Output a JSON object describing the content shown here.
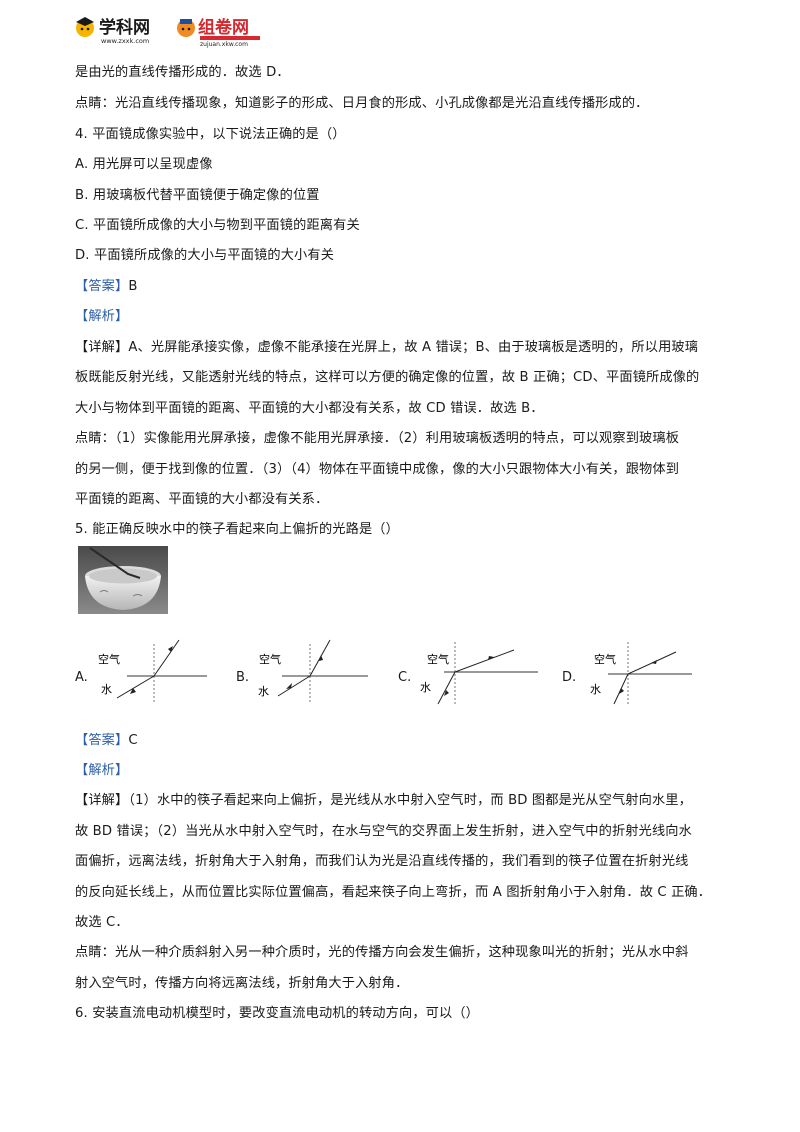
{
  "header": {
    "logo_left": "学科网",
    "logo_left_url": "www.zxxk.com",
    "logo_right": "组卷网",
    "logo_right_url": "zujuan.xkw.com"
  },
  "lines": {
    "l1": "是由光的直线传播形成的．故选 D．",
    "l2": "点睛：光沿直线传播现象，知道影子的形成、日月食的形成、小孔成像都是光沿直线传播形成的．",
    "q4": "4. 平面镜成像实验中，以下说法正确的是（）",
    "q4a": "A. 用光屏可以呈现虚像",
    "q4b": "B. 用玻璃板代替平面镜便于确定像的位置",
    "q4c": "C. 平面镜所成像的大小与物到平面镜的距离有关",
    "q4d": "D. 平面镜所成像的大小与平面镜的大小有关",
    "q4ans_tag": "【答案】",
    "q4ans": "B",
    "q4jx": "【解析】",
    "q4x1_tag": "【详解】",
    "q4x1": "A、光屏能承接实像，虚像不能承接在光屏上，故 A 错误；B、由于玻璃板是透明的，所以用玻璃",
    "q4x2": "板既能反射光线，又能透射光线的特点，这样可以方便的确定像的位置，故 B 正确；CD、平面镜所成像的",
    "q4x3": "大小与物体到平面镜的距离、平面镜的大小都没有关系，故 CD 错误．故选 B．",
    "q4d1": "点睛：（1）实像能用光屏承接，虚像不能用光屏承接．（2）利用玻璃板透明的特点，可以观察到玻璃板",
    "q4d2": "的另一侧，便于找到像的位置．（3）（4）物体在平面镜中成像，像的大小只跟物体大小有关，跟物体到",
    "q4d3": "平面镜的距离、平面镜的大小都没有关系．",
    "q5": "5. 能正确反映水中的筷子看起来向上偏折的光路是（）",
    "q5ans_tag": "【答案】",
    "q5ans": "C",
    "q5jx": "【解析】",
    "q5x1_tag": "【详解】",
    "q5x1": "（1）水中的筷子看起来向上偏折，是光线从水中射入空气时，而 BD 图都是光从空气射向水里，",
    "q5x2": "故 BD 错误；（2）当光从水中射入空气时，在水与空气的交界面上发生折射，进入空气中的折射光线向水",
    "q5x3": "面偏折，远离法线，折射角大于入射角，而我们认为光是沿直线传播的，我们看到的筷子位置在折射光线",
    "q5x4": "的反向延长线上，从而位置比实际位置偏高，看起来筷子向上弯折，而 A 图折射角小于入射角．故 C 正确．",
    "q5x5": "故选 C．",
    "q5d1": "点睛：光从一种介质斜射入另一种介质时，光的传播方向会发生偏折，这种现象叫光的折射；光从水中斜",
    "q5d2": "射入空气时，传播方向将远离法线，折射角大于入射角．",
    "q6": "6. 安装直流电动机模型时，要改变直流电动机的转动方向，可以（）"
  },
  "options": [
    {
      "label": "A.",
      "air": "空气",
      "water": "水"
    },
    {
      "label": "B.",
      "air": "空气",
      "water": "水"
    },
    {
      "label": "C.",
      "air": "空气",
      "water": "水"
    },
    {
      "label": "D.",
      "air": "空气",
      "water": "水"
    }
  ],
  "colors": {
    "bracket": "#2d5fa5",
    "logo_red": "#d7282f",
    "logo_blue": "#1d4f9c"
  }
}
